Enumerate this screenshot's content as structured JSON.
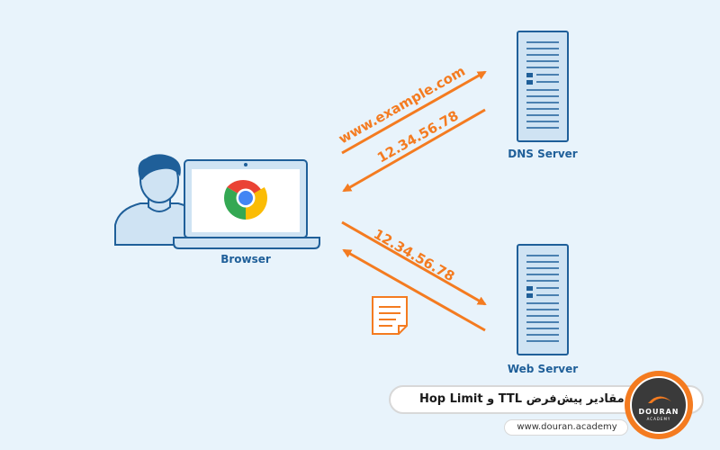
{
  "labels": {
    "dns_server": "DNS Server",
    "web_server": "Web Server",
    "browser": "Browser"
  },
  "arrows": {
    "dns_request": "www.example.com",
    "dns_response": "12.34.56.78",
    "web_request": "12.34.56.78"
  },
  "caption": {
    "title": "مقادیر پیش‌فرض TTL و Hop Limit",
    "url": "www.douran.academy"
  },
  "logo": {
    "name": "DOURAN",
    "sub": "ACADEMY"
  },
  "colors": {
    "background": "#e8f3fb",
    "accent": "#f47b20",
    "primary_blue": "#1f5f99",
    "light_blue": "#cfe3f3"
  },
  "icons": {
    "user": "user-icon",
    "laptop": "laptop-icon",
    "browser_logo": "chrome-icon",
    "dns_server": "server-icon",
    "web_server": "server-icon",
    "document": "document-icon"
  }
}
